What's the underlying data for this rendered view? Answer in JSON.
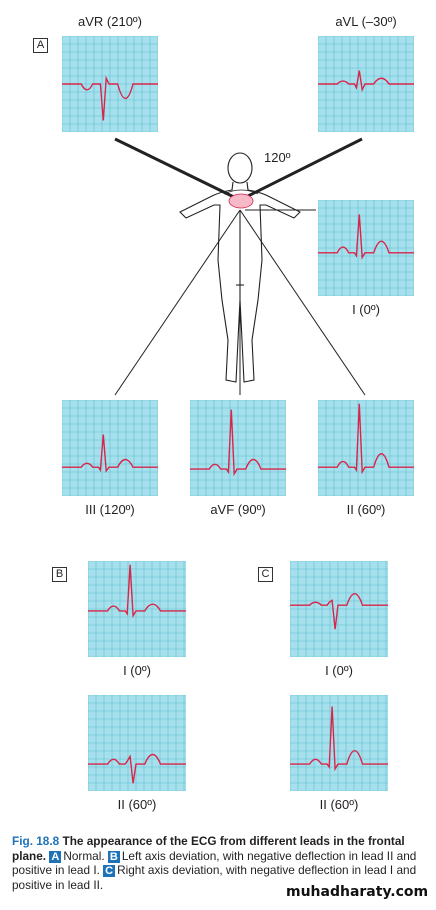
{
  "panels": {
    "A": "A",
    "B": "B",
    "C": "C"
  },
  "leads": {
    "avr": "aVR (210º)",
    "avl": "aVL (–30º)",
    "lead1": "I (0º)",
    "lead3": "III (120º)",
    "avf": "aVF (90º)",
    "lead2": "II (60º)",
    "b_lead1": "I (0º)",
    "b_lead2": "II (60º)",
    "c_lead1": "I (0º)",
    "c_lead2": "II (60º)"
  },
  "angle_label": "120º",
  "caption": {
    "fig": "Fig. 18.8",
    "title": "The appearance of the ECG from different leads in the frontal plane.",
    "a_box": "A",
    "a_text": "Normal.",
    "b_box": "B",
    "b_text": "Left axis deviation, with negative deflection in lead II and positive in lead I.",
    "c_box": "C",
    "c_text": "Right axis deviation, with negative deflection in lead I and positive in lead II."
  },
  "watermark": "muhadharaty.com",
  "colors": {
    "grid_bg": "#a6e0ec",
    "grid_line": "#5fbfd6",
    "trace": "#d8254a",
    "caption_blue": "#1e73b8"
  }
}
